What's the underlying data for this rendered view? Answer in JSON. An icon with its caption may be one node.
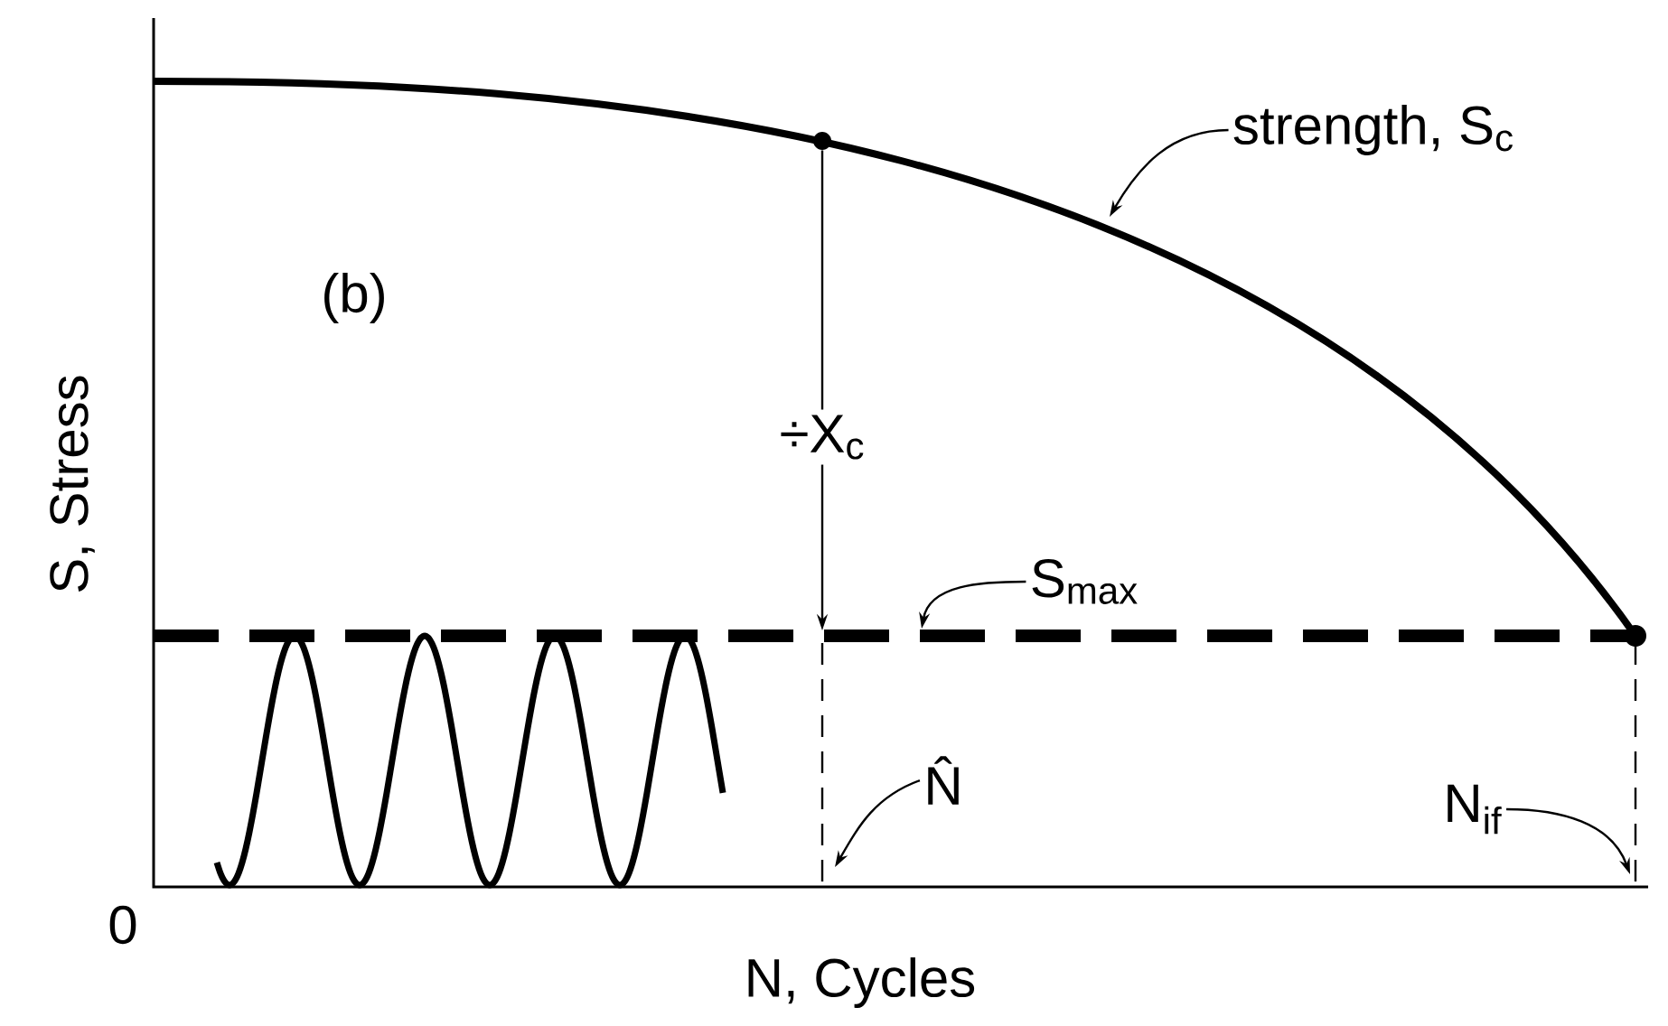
{
  "diagram": {
    "nodes": [
      {
        "text": [
          "strength, S$_{c}$"
        ]
      },
      {
        "text": [
          "S$_{max}$"
        ]
      },
      {
        "text": [
          "N̂"
        ]
      },
      {
        "text": [
          "N$_{if}$"
        ]
      },
      {
        "text": [],
        "shape": "circle"
      }
    ],
    "edges": [
      {
        "from": 0,
        "to": null,
        "arrow": "to"
      },
      {
        "from": 1,
        "to": null,
        "arrow": "to"
      },
      {
        "from": 2,
        "to": null,
        "arrow": "to"
      },
      {
        "from": 3,
        "to": null,
        "arrow": "to"
      },
      {
        "from": 4,
        "to": null,
        "arrow": "to",
        "label": "÷X$_{c}$"
      }
    ],
    "labels": [
      "(b)",
      "S, Stress",
      "0",
      "N, Cycles"
    ]
  }
}
